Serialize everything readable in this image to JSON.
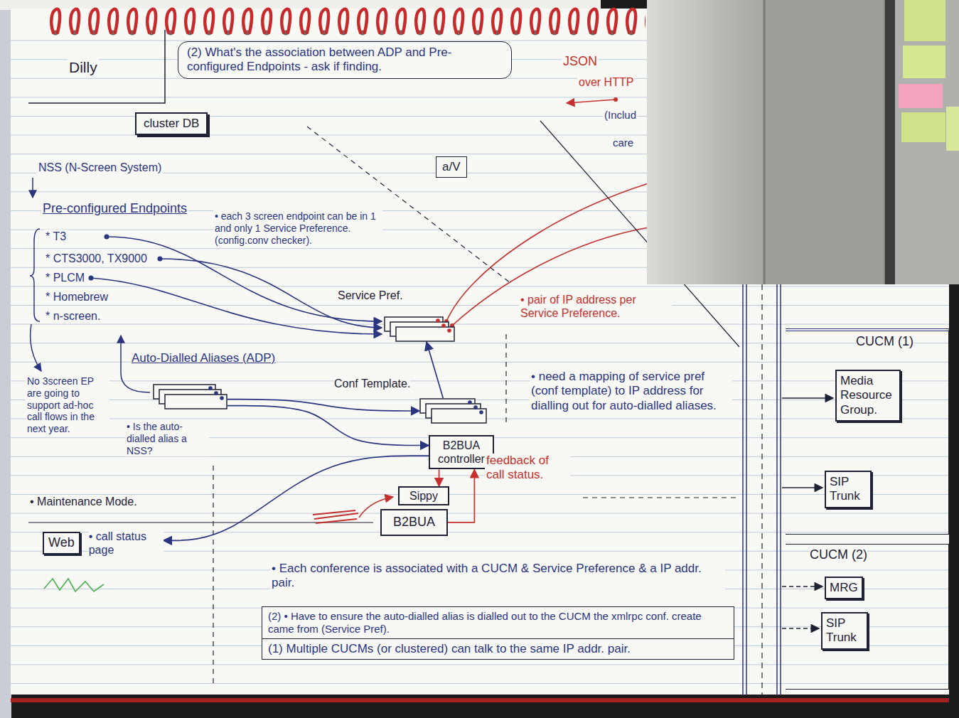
{
  "diagram": {
    "nodes": [
      {
        "text": [
          "(2) What's the association between ADP and Pre-configured Endpoints - ask if finding."
        ]
      },
      {
        "text": [
          "cluster DB"
        ]
      },
      {
        "text": [
          "a/V"
        ]
      },
      {
        "text": [
          "Service Pref."
        ]
      },
      {
        "text": [
          "Auto-Dialled Aliases (ADP)"
        ]
      },
      {
        "text": [
          "Conf Template."
        ]
      },
      {
        "text": [
          "B2BUA controller"
        ]
      },
      {
        "text": [
          "Sippy"
        ]
      },
      {
        "text": [
          "B2BUA"
        ]
      },
      {
        "text": [
          "Web",
          "• call status page"
        ]
      },
      {
        "text": [
          "(2) • Have to ensure the auto-dialled alias is dialled out to the CUCM the xmlrpc conf. create came from (Service Pref).",
          "(1) Multiple CUCMs (or clustered) can talk to the same IP addr. pair."
        ]
      },
      {
        "text": [
          "CUCM (1)"
        ]
      },
      {
        "text": [
          "Media Resource Group."
        ],
        "in": 11
      },
      {
        "text": [
          "SIP Trunk"
        ],
        "in": 11
      },
      {
        "text": [
          "CUCM (2)"
        ]
      },
      {
        "text": [
          "MRG"
        ],
        "in": 14
      },
      {
        "text": [
          "SIP Trunk"
        ],
        "in": 14
      }
    ],
    "edges": [
      {
        "from": 4,
        "to": 5,
        "arrow": "to"
      },
      {
        "from": 5,
        "to": 3,
        "arrow": "to"
      },
      {
        "from": 4,
        "to": 6,
        "arrow": "to"
      },
      {
        "from": 6,
        "to": 9,
        "arrow": "to"
      },
      {
        "from": 6,
        "to": 7,
        "arrow": "to"
      },
      {
        "from": 8,
        "to": 6,
        "label": "feedback of call status.",
        "arrow": "to"
      }
    ],
    "labels": [
      "Dilly",
      "JSON",
      "over HTTP",
      "(Includ",
      "care",
      "NSS (N-Screen System)",
      "Pre-configured Endpoints",
      "* T3",
      "* CTS3000, TX9000",
      "* PLCM",
      "* Homebrew",
      "* n-screen.",
      "• each 3 screen endpoint can be in 1 and only 1 Service Preference. (config.conv checker).",
      "• pair of IP address per Service Preference.",
      "No 3screen EP are going to support ad-hoc call flows in the next year.",
      "• Is the auto-dialled alias a NSS?",
      "• need a mapping of service pref (conf template) to IP address for dialling out for auto-dialled aliases.",
      "• Maintenance Mode.",
      "• Each conference is associated with a CUCM & Service Preference & a IP addr. pair."
    ]
  }
}
